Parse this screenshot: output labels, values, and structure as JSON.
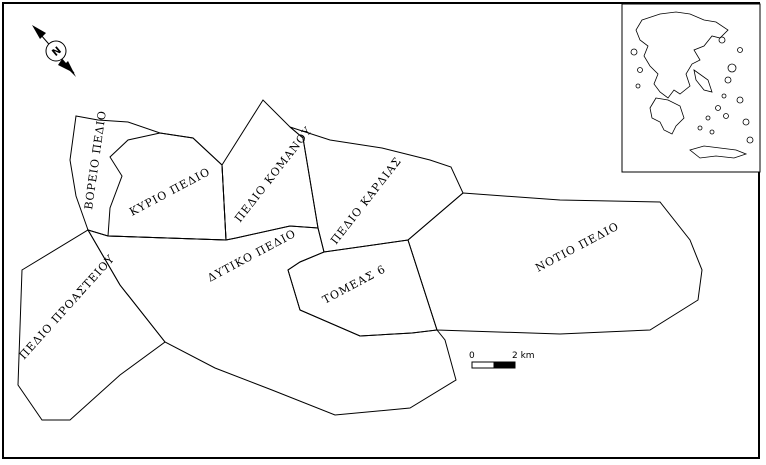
{
  "regions": {
    "voreio": "ΒΟΡΕΙΟ ΠΕΔΙΟ",
    "kyrio": "ΚΥΡΙΟ ΠΕΔΙΟ",
    "komanou": "ΠΕΔΙΟ ΚΟΜΑΝΟΥ",
    "kardias": "ΠΕΔΙΟ ΚΑΡΔΙΑΣ",
    "dytiko": "ΔΥΤΙΚΟ ΠΕΔΙΟ",
    "noto": "ΝΟΤΙΟ ΠΕΔΙΟ",
    "tomeas6": "ΤΟΜΕΑΣ 6",
    "proasteiou": "ΠΕΔΙΟ ΠΡΟΑΣΤΕΙΟΥ"
  },
  "north_arrow": {
    "label": "N",
    "icon": "north-arrow-icon"
  },
  "scale_bar": {
    "start": "0",
    "end": "2 km"
  },
  "inset": {
    "description_icon": "greece-locator-map-icon"
  },
  "colors": {
    "line": "#000000",
    "background": "#ffffff"
  }
}
